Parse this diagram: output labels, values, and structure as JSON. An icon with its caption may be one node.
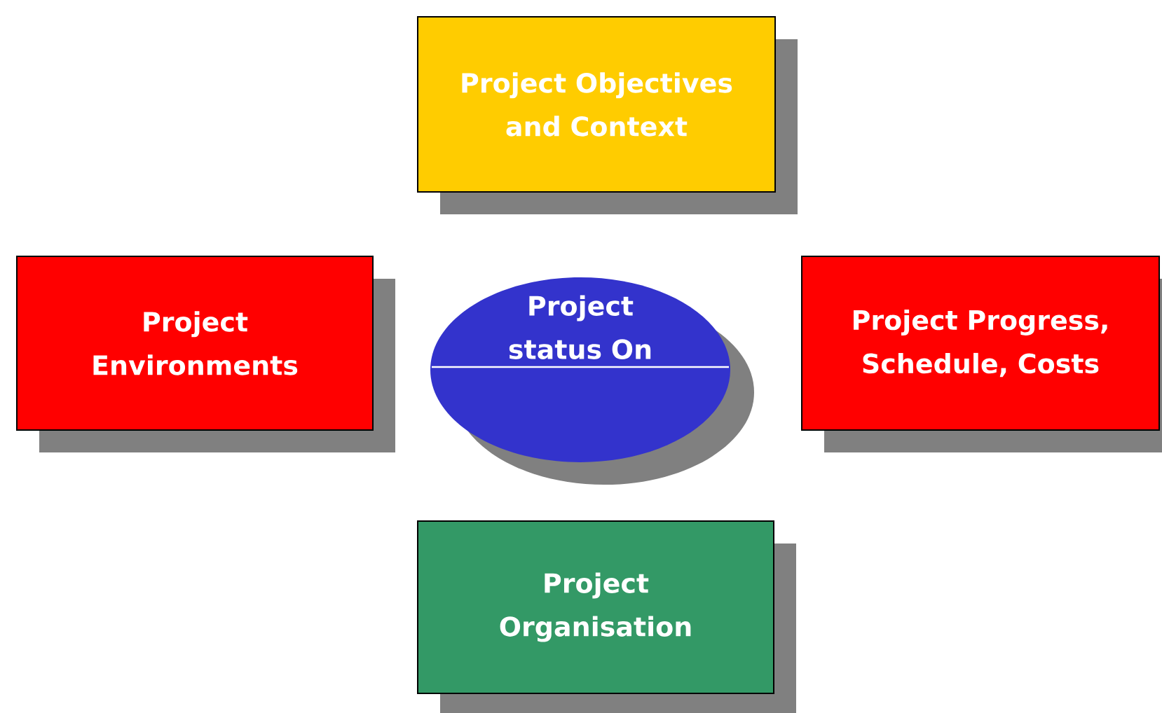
{
  "diagram": {
    "nodes": [
      {
        "text": [
          "Project Objectives and Context"
        ]
      },
      {
        "text": [
          "Project Environments"
        ]
      },
      {
        "text": [
          "Project status On"
        ]
      },
      {
        "text": [
          "Project Progress, Schedule, Costs"
        ]
      },
      {
        "text": [
          "Project Organisation"
        ]
      }
    ]
  }
}
